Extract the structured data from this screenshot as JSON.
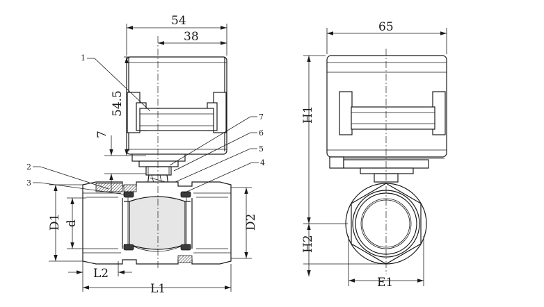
{
  "front_view": {
    "dimensions": {
      "width_total": "54",
      "width_partial": "38",
      "actuator_height": "54.5",
      "neck_height": "7",
      "d1": "D1",
      "d": "d",
      "d2": "D2",
      "l2": "L2",
      "l1": "L1"
    },
    "callouts": [
      "1",
      "2",
      "3",
      "4",
      "5",
      "6",
      "7"
    ]
  },
  "side_view": {
    "dimensions": {
      "width": "65",
      "h1": "H1",
      "h2": "H2",
      "e1": "E1"
    }
  }
}
